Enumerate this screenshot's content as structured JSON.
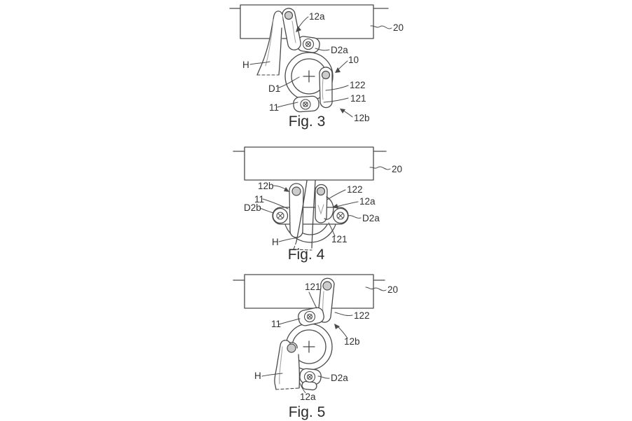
{
  "figures": [
    {
      "caption": "Fig. 3",
      "labels": {
        "ref_12a": "12a",
        "ref_20": "20",
        "ref_d2a": "D2a",
        "ref_h": "H",
        "ref_10": "10",
        "ref_d1": "D1",
        "ref_122": "122",
        "ref_121": "121",
        "ref_11": "11",
        "ref_12b": "12b"
      }
    },
    {
      "caption": "Fig. 4",
      "labels": {
        "ref_12b": "12b",
        "ref_20": "20",
        "ref_122": "122",
        "ref_11": "11",
        "ref_d2b": "D2b",
        "ref_12a": "12a",
        "ref_d2a": "D2a",
        "ref_h": "H",
        "ref_121": "121"
      }
    },
    {
      "caption": "Fig. 5",
      "labels": {
        "ref_121": "121",
        "ref_20": "20",
        "ref_122": "122",
        "ref_11": "11",
        "ref_12b": "12b",
        "ref_h": "H",
        "ref_d2a": "D2a",
        "ref_12a": "12a"
      }
    }
  ],
  "colors": {
    "line": "#4a4a4a",
    "text": "#303030",
    "shade": "#9b9b9b"
  }
}
